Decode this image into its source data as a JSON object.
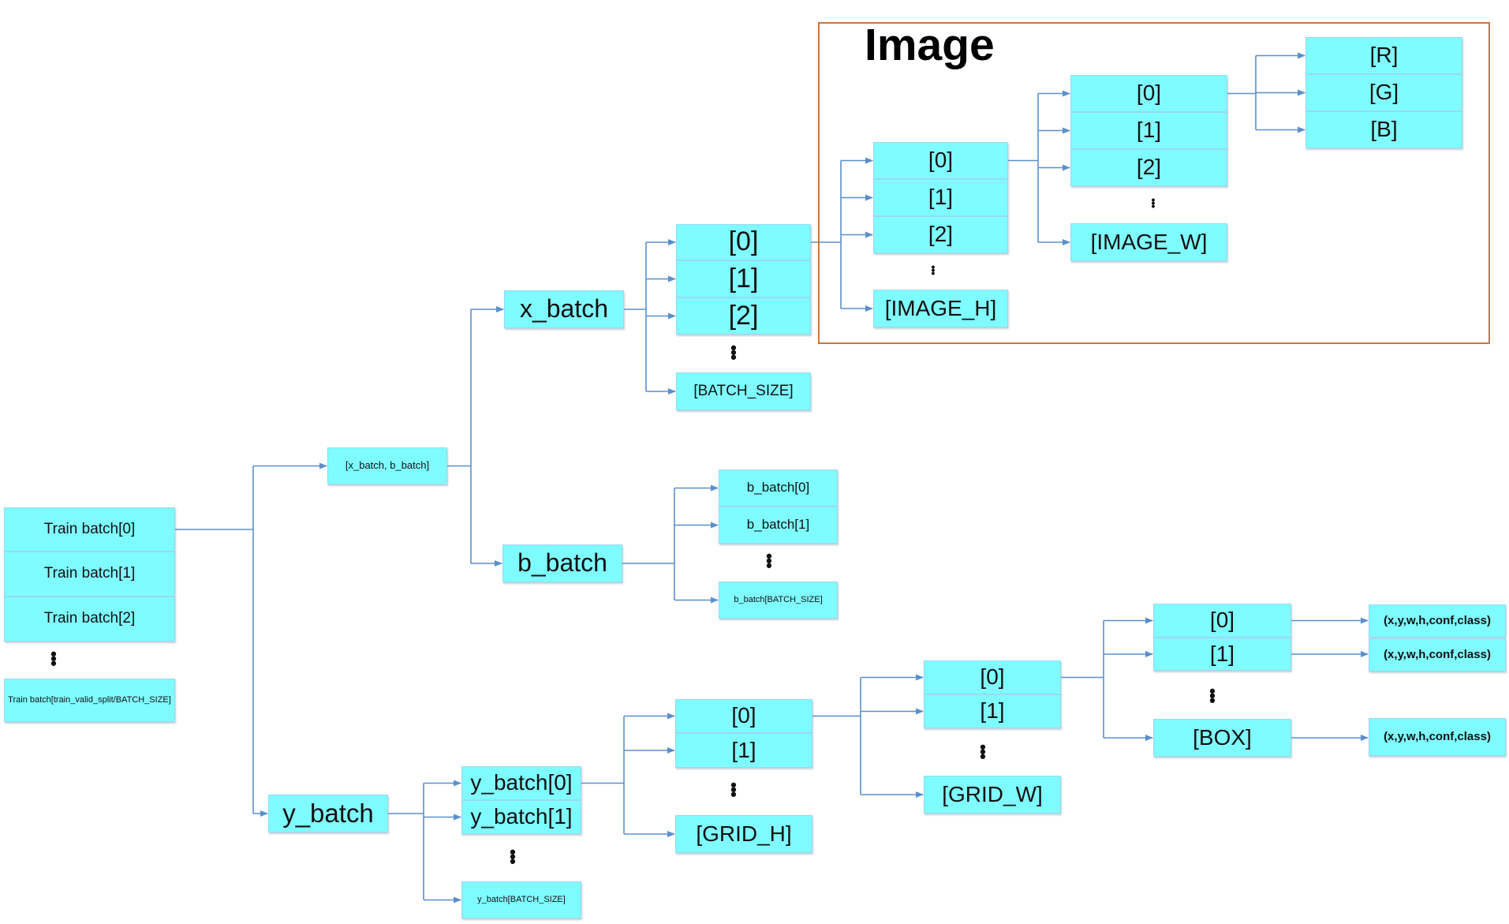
{
  "image_group": {
    "title": "Image"
  },
  "nodes": {
    "train_batch_0": "Train batch[0]",
    "train_batch_1": "Train batch[1]",
    "train_batch_2": "Train batch[2]",
    "train_batch_last": "Train batch[train_valid_split/BATCH_SIZE]",
    "xb_bb_pair": "[x_batch, b_batch]",
    "x_batch": "x_batch",
    "b_batch": "b_batch",
    "y_batch": "y_batch",
    "x_batch_0": "[0]",
    "x_batch_1": "[1]",
    "x_batch_2": "[2]",
    "x_batch_last": "[BATCH_SIZE]",
    "image_h_0": "[0]",
    "image_h_1": "[1]",
    "image_h_2": "[2]",
    "image_h_last": "[IMAGE_H]",
    "image_w_0": "[0]",
    "image_w_1": "[1]",
    "image_w_2": "[2]",
    "image_w_last": "[IMAGE_W]",
    "channel_r": "[R]",
    "channel_g": "[G]",
    "channel_b": "[B]",
    "b_batch_0": "b_batch[0]",
    "b_batch_1": "b_batch[1]",
    "b_batch_last": "b_batch[BATCH_SIZE]",
    "y_batch_0": "y_batch[0]",
    "y_batch_1": "y_batch[1]",
    "y_batch_last": "y_batch[BATCH_SIZE]",
    "grid_h_0": "[0]",
    "grid_h_1": "[1]",
    "grid_h_last": "[GRID_H]",
    "grid_w_0": "[0]",
    "grid_w_1": "[1]",
    "grid_w_last": "[GRID_W]",
    "box_0": "[0]",
    "box_1": "[1]",
    "box_last": "[BOX]",
    "box_values_0": "(x,y,w,h,conf,class)",
    "box_values_1": "(x,y,w,h,conf,class)",
    "box_values_last": "(x,y,w,h,conf,class)"
  }
}
